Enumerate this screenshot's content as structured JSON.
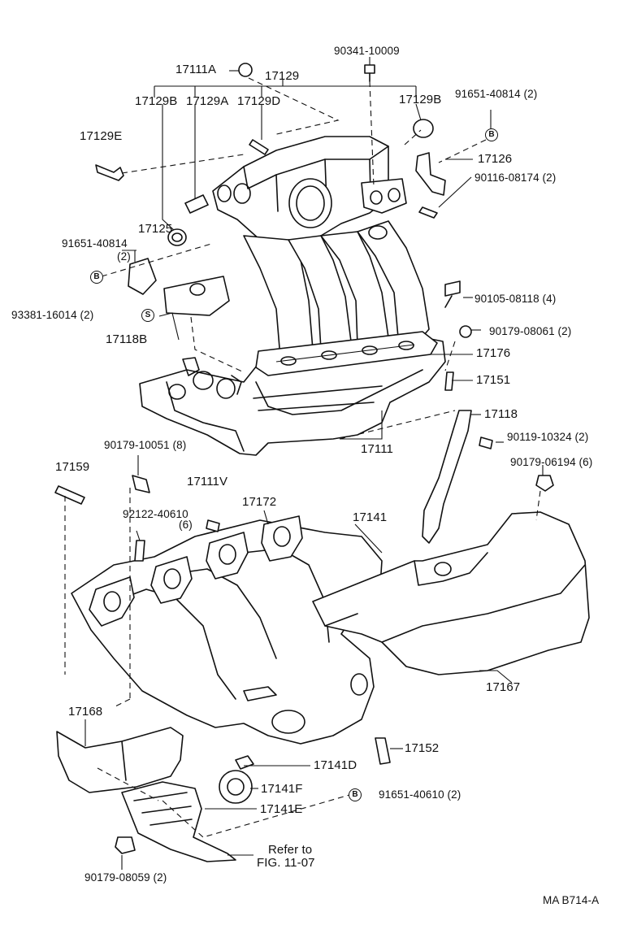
{
  "labels": {
    "p90341_10009": "90341-10009",
    "p17111A": "17111A",
    "p17129": "17129",
    "p17129B_left": "17129B",
    "p17129A": "17129A",
    "p17129D": "17129D",
    "p17129B_right": "17129B",
    "p91651_40814_top": "91651-40814 (2)",
    "p17129E": "17129E",
    "p17126": "17126",
    "p90116_08174": "90116-08174 (2)",
    "p17125": "17125",
    "p91651_40814_left": "91651-40814",
    "p91651_40814_left_qty": "(2)",
    "p90105_08118": "90105-08118 (4)",
    "p93381_16014": "93381-16014 (2)",
    "p90179_08061": "90179-08061 (2)",
    "p17118B": "17118B",
    "p17176": "17176",
    "p17151": "17151",
    "p17118": "17118",
    "p90119_10324": "90119-10324 (2)",
    "p17111": "17111",
    "p90179_10051": "90179-10051 (8)",
    "p90179_06194": "90179-06194 (6)",
    "p17159": "17159",
    "p17111V": "17111V",
    "p17172": "17172",
    "p17141": "17141",
    "p92122_40610": "92122-40610",
    "p92122_40610_qty": "(6)",
    "p17167": "17167",
    "p17168": "17168",
    "p17152": "17152",
    "p17141D": "17141D",
    "p17141F": "17141F",
    "p17141E": "17141E",
    "p91651_40610": "91651-40610 (2)",
    "refer_line1": "Refer to",
    "refer_line2": "FIG. 11-07",
    "p90179_08059": "90179-08059 (2)",
    "drawing_code": "MA  B714-A"
  },
  "symbols": {
    "bolt_b": "B",
    "seal_s": "S"
  }
}
